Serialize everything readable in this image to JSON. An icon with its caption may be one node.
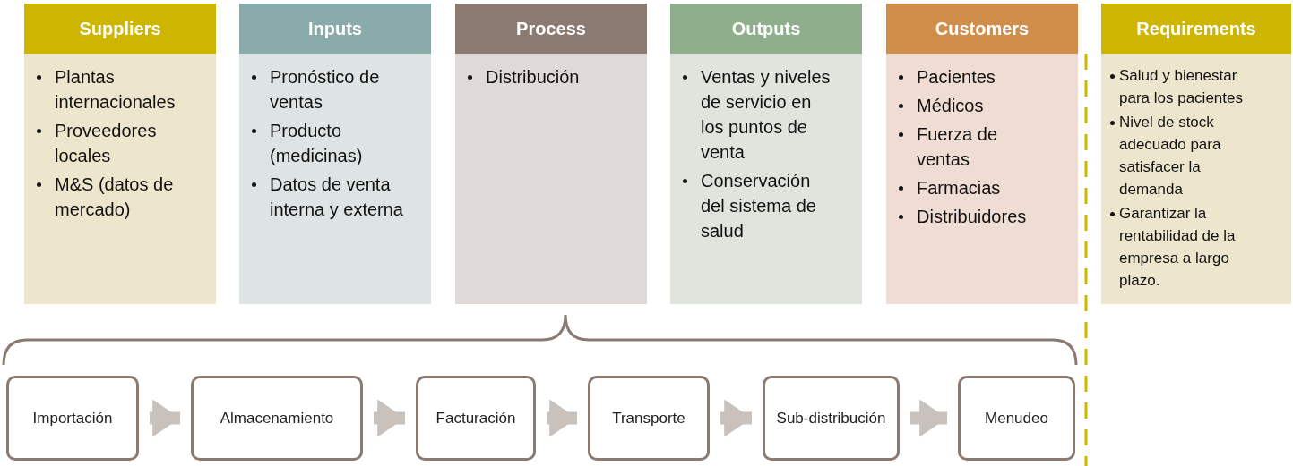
{
  "diagram": {
    "nodes": [
      {
        "text": [
          "Suppliers",
          "Plantas internacionales",
          "Proveedores locales",
          "M&S (datos de mercado)"
        ]
      },
      {
        "text": [
          "Inputs",
          "Pronóstico de ventas",
          "Producto (medicinas)",
          "Datos de venta interna y externa"
        ]
      },
      {
        "text": [
          "Process",
          "Distribución"
        ]
      },
      {
        "text": [
          "Outputs",
          "Ventas y niveles de servicio en los puntos de venta",
          "Conservación del sistema de salud"
        ]
      },
      {
        "text": [
          "Customers",
          "Pacientes",
          "Médicos",
          "Fuerza de ventas",
          "Farmacias",
          "Distribuidores"
        ]
      },
      {
        "text": [
          "Requirements",
          "Salud y bienestar para los pacientes",
          "Nivel de stock adecuado para satisfacer la demanda",
          "Garantizar la rentabilidad de la empresa a largo plazo."
        ]
      },
      {
        "text": [
          "Importación"
        ]
      },
      {
        "text": [
          "Almacenamiento"
        ]
      },
      {
        "text": [
          "Facturación"
        ]
      },
      {
        "text": [
          "Transporte"
        ]
      },
      {
        "text": [
          "Sub-distribución"
        ]
      },
      {
        "text": [
          "Menudeo"
        ]
      }
    ],
    "edges": [
      {
        "from": 6,
        "to": 7,
        "arrow": "to"
      },
      {
        "from": 7,
        "to": 8,
        "arrow": "to"
      },
      {
        "from": 8,
        "to": 9,
        "arrow": "to"
      },
      {
        "from": 9,
        "to": 10,
        "arrow": "to"
      },
      {
        "from": 10,
        "to": 11,
        "arrow": "to"
      }
    ]
  }
}
